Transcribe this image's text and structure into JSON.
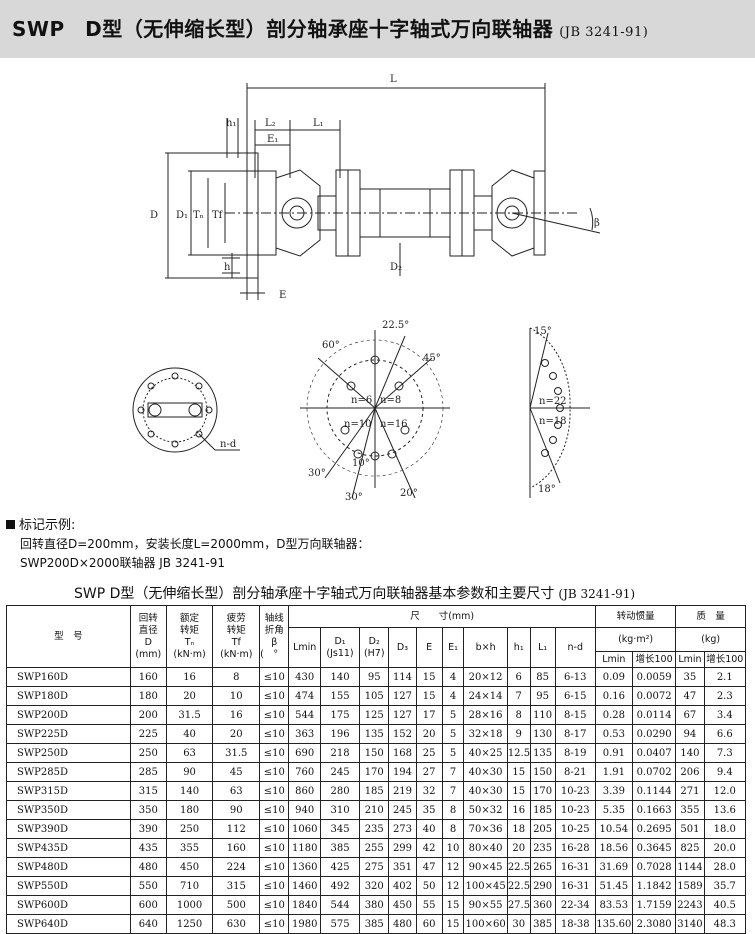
{
  "header": {
    "title": "SWP　D型（无伸缩长型）剖分轴承座十字轴式万向联轴器",
    "standard": "(JB 3241-91)"
  },
  "drawing_labels": {
    "L": "L",
    "h1": "h₁",
    "L2": "L₂",
    "L1": "L₁",
    "E1": "E₁",
    "D": "D",
    "D1": "D₁",
    "Tn": "Tₙ",
    "Tf": "Tf",
    "D2": "D₂",
    "h": "h",
    "E": "E",
    "beta": "β",
    "nd": "n-d",
    "a225": "22.5°",
    "a60": "60°",
    "a45": "45°",
    "n6": "n=6",
    "n8": "n=8",
    "n10": "n=10",
    "n16": "n=16",
    "a10": "10°",
    "a30a": "30°",
    "a30b": "30°",
    "a20": "20°",
    "a15": "15°",
    "n22": "n=22",
    "n18": "n=18",
    "a18": "18°"
  },
  "example": {
    "heading": "标记示例:",
    "line1": "回转直径D=200mm，安装长度L=2000mm，D型万向联轴器：",
    "line2": "SWP200D×2000联轴器 JB 3241-91"
  },
  "table": {
    "caption": "SWP  D型（无伸缩长型）剖分轴承座十字轴式万向联轴器基本参数和主要尺寸",
    "caption_std": "(JB 3241-91)",
    "h_model": "型　号",
    "h_D": [
      "回转",
      "直径",
      "D",
      "(mm)"
    ],
    "h_Tn": [
      "额定",
      "转矩",
      "Tₙ",
      "(kN·m)"
    ],
    "h_Tf": [
      "疲劳",
      "转矩",
      "Tf",
      "(kN·m)"
    ],
    "h_beta": [
      "轴线",
      "折角",
      "β",
      "(　°　)"
    ],
    "h_dims": "尺　　寸(mm)",
    "h_Lmin": "Lmin",
    "h_D1": [
      "D₁",
      "(Js11)"
    ],
    "h_D2": [
      "D₂",
      "(H7)"
    ],
    "h_D3": "D₃",
    "h_E": "E",
    "h_E1": "E₁",
    "h_bh": "b×h",
    "h_h1": "h₁",
    "h_L1": "L₁",
    "h_nd": "n-d",
    "h_inertia": "转动惯量",
    "h_inertia_unit": "(kg·m²)",
    "h_mass": "质　量",
    "h_mass_unit": "(kg)",
    "h_Lmin2": "Lmin",
    "h_inc1": "增长100",
    "h_Lmin3": "Lmin",
    "h_inc2": "增长100",
    "rows": [
      [
        "SWP160D",
        "160",
        "16",
        "8",
        "≤10",
        "430",
        "140",
        "95",
        "114",
        "15",
        "4",
        "20×12",
        "6",
        "85",
        "6-13",
        "0.09",
        "0.0059",
        "35",
        "2.1"
      ],
      [
        "SWP180D",
        "180",
        "20",
        "10",
        "≤10",
        "474",
        "155",
        "105",
        "127",
        "15",
        "4",
        "24×14",
        "7",
        "95",
        "6-15",
        "0.16",
        "0.0072",
        "47",
        "2.3"
      ],
      [
        "SWP200D",
        "200",
        "31.5",
        "16",
        "≤10",
        "544",
        "175",
        "125",
        "127",
        "17",
        "5",
        "28×16",
        "8",
        "110",
        "8-15",
        "0.28",
        "0.0114",
        "67",
        "3.4"
      ],
      [
        "SWP225D",
        "225",
        "40",
        "20",
        "≤10",
        "363",
        "196",
        "135",
        "152",
        "20",
        "5",
        "32×18",
        "9",
        "130",
        "8-17",
        "0.53",
        "0.0290",
        "94",
        "6.6"
      ],
      [
        "SWP250D",
        "250",
        "63",
        "31.5",
        "≤10",
        "690",
        "218",
        "150",
        "168",
        "25",
        "5",
        "40×25",
        "12.5",
        "135",
        "8-19",
        "0.91",
        "0.0407",
        "140",
        "7.3"
      ],
      [
        "SWP285D",
        "285",
        "90",
        "45",
        "≤10",
        "760",
        "245",
        "170",
        "194",
        "27",
        "7",
        "40×30",
        "15",
        "150",
        "8-21",
        "1.91",
        "0.0702",
        "206",
        "9.4"
      ],
      [
        "SWP315D",
        "315",
        "140",
        "63",
        "≤10",
        "860",
        "280",
        "185",
        "219",
        "32",
        "7",
        "40×30",
        "15",
        "170",
        "10-23",
        "3.39",
        "0.1144",
        "271",
        "12.0"
      ],
      [
        "SWP350D",
        "350",
        "180",
        "90",
        "≤10",
        "940",
        "310",
        "210",
        "245",
        "35",
        "8",
        "50×32",
        "16",
        "185",
        "10-23",
        "5.35",
        "0.1663",
        "355",
        "13.6"
      ],
      [
        "SWP390D",
        "390",
        "250",
        "112",
        "≤10",
        "1060",
        "345",
        "235",
        "273",
        "40",
        "8",
        "70×36",
        "18",
        "205",
        "10-25",
        "10.54",
        "0.2695",
        "501",
        "18.0"
      ],
      [
        "SWP435D",
        "435",
        "355",
        "160",
        "≤10",
        "1180",
        "385",
        "255",
        "299",
        "42",
        "10",
        "80×40",
        "20",
        "235",
        "16-28",
        "18.56",
        "0.3645",
        "825",
        "20.0"
      ],
      [
        "SWP480D",
        "480",
        "450",
        "224",
        "≤10",
        "1360",
        "425",
        "275",
        "351",
        "47",
        "12",
        "90×45",
        "22.5",
        "265",
        "16-31",
        "31.69",
        "0.7028",
        "1144",
        "28.0"
      ],
      [
        "SWP550D",
        "550",
        "710",
        "315",
        "≤10",
        "1460",
        "492",
        "320",
        "402",
        "50",
        "12",
        "100×45",
        "22.5",
        "290",
        "16-31",
        "51.45",
        "1.1842",
        "1589",
        "35.7"
      ],
      [
        "SWP600D",
        "600",
        "1000",
        "500",
        "≤10",
        "1840",
        "544",
        "380",
        "450",
        "55",
        "15",
        "90×55",
        "27.5",
        "360",
        "22-34",
        "83.53",
        "1.7159",
        "2243",
        "40.5"
      ],
      [
        "SWP640D",
        "640",
        "1250",
        "630",
        "≤10",
        "1980",
        "575",
        "385",
        "480",
        "60",
        "15",
        "100×60",
        "30",
        "385",
        "18-38",
        "135.60",
        "2.3080",
        "3140",
        "48.3"
      ]
    ]
  }
}
